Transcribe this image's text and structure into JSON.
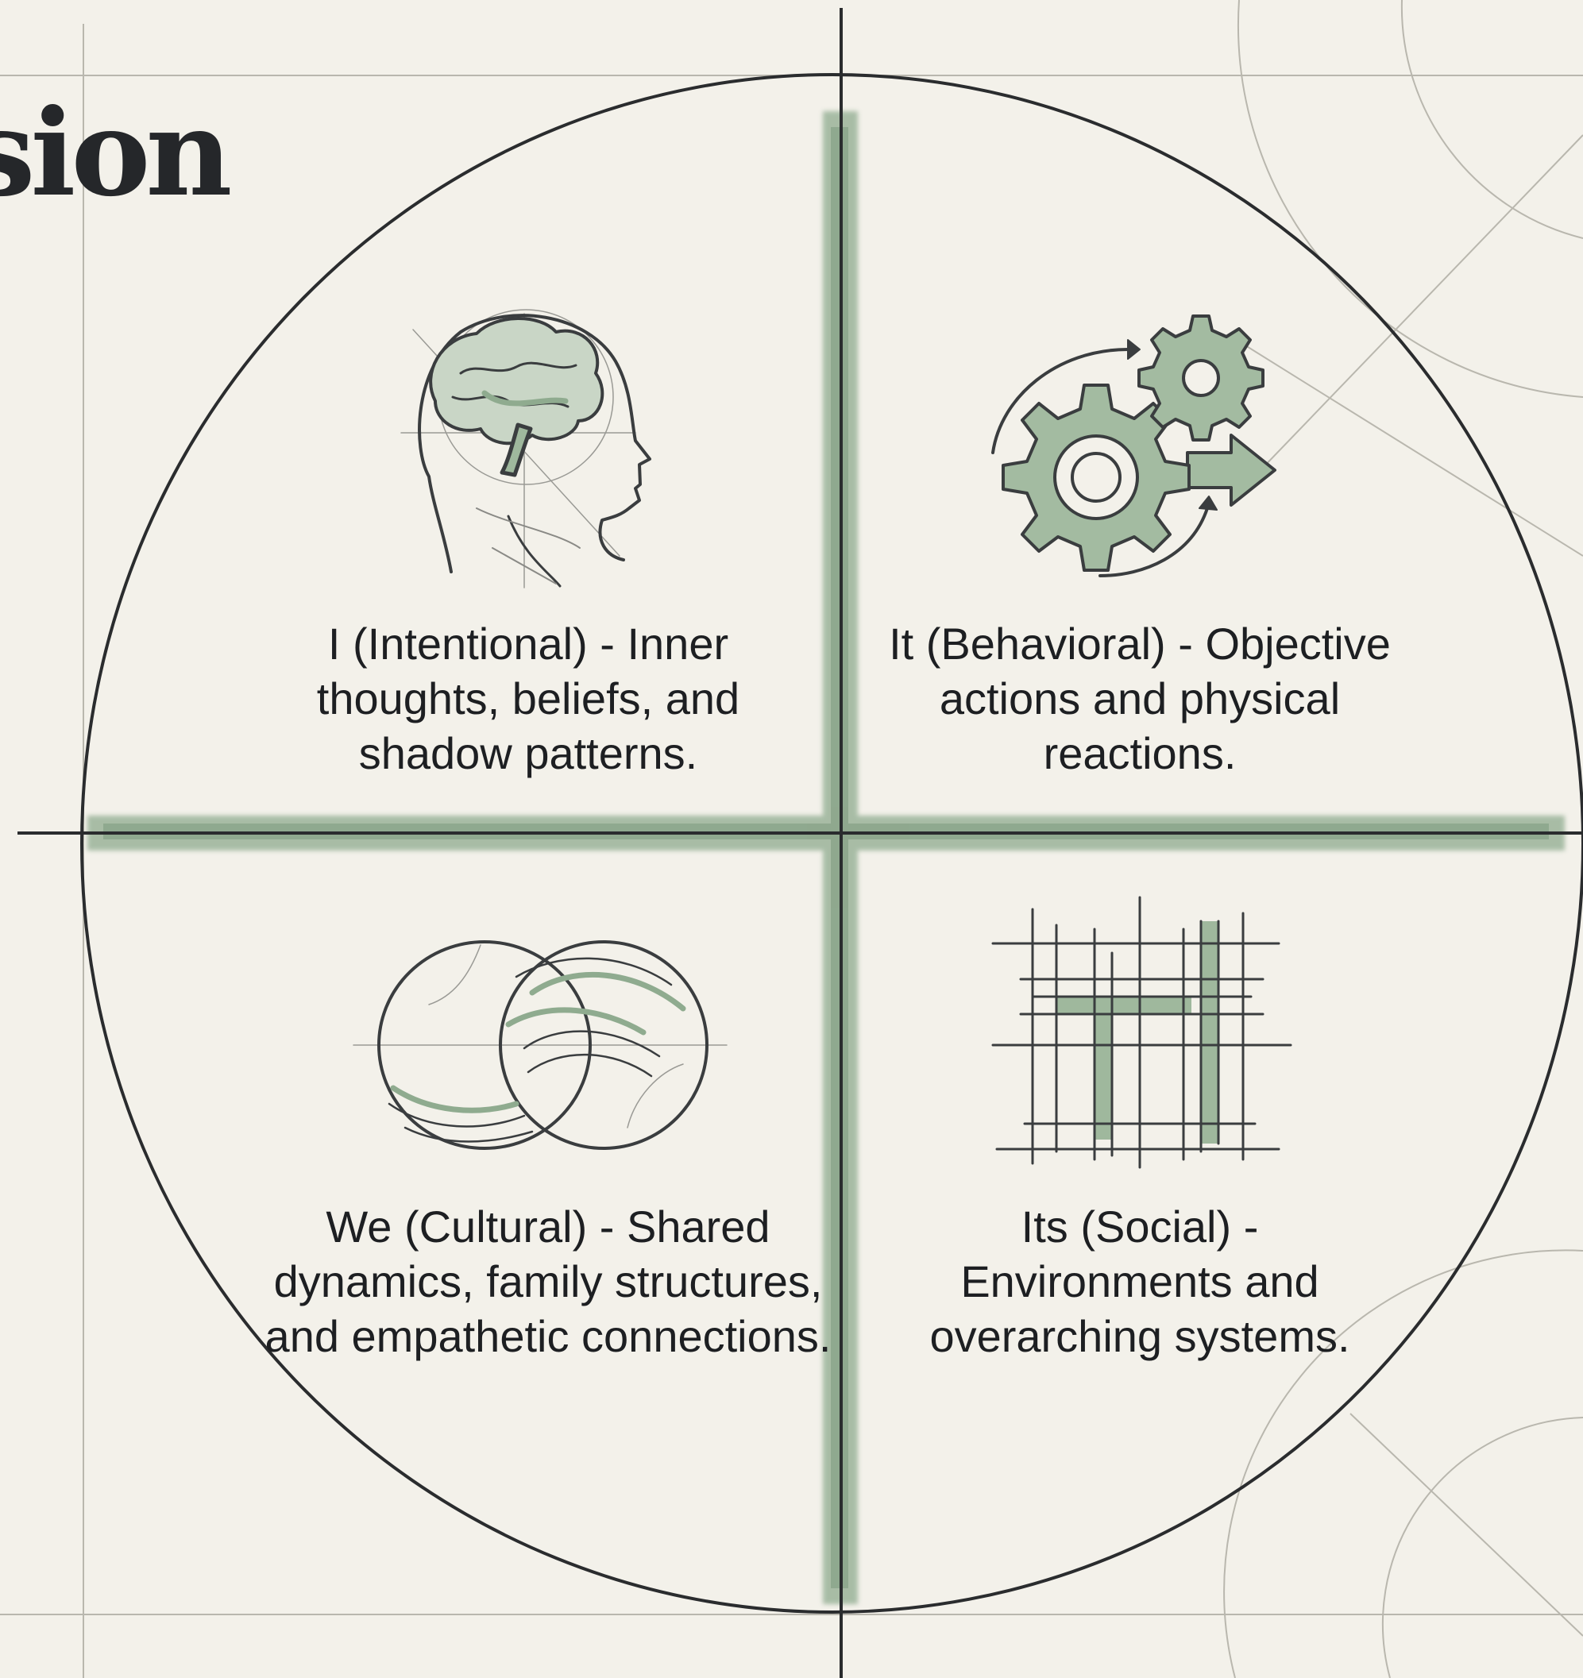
{
  "title": "sion",
  "colors": {
    "background": "#f3f1ea",
    "ink": "#25272a",
    "accent_green": "#8fab8f",
    "guide_lines": "#b9b7ae"
  },
  "quadrants": [
    {
      "id": "upper-left",
      "icon": "brain-head-icon",
      "label": "I (Intentional) - Inner thoughts, beliefs, and shadow patterns."
    },
    {
      "id": "upper-right",
      "icon": "gears-arrow-icon",
      "label": "It (Behavioral) - Objective actions and physical reactions."
    },
    {
      "id": "lower-left",
      "icon": "overlapping-circles-icon",
      "label": "We (Cultural) - Shared dynamics, family structures, and empathetic connections."
    },
    {
      "id": "lower-right",
      "icon": "grid-structure-icon",
      "label": "Its (Social) - Environments and overarching systems."
    }
  ]
}
